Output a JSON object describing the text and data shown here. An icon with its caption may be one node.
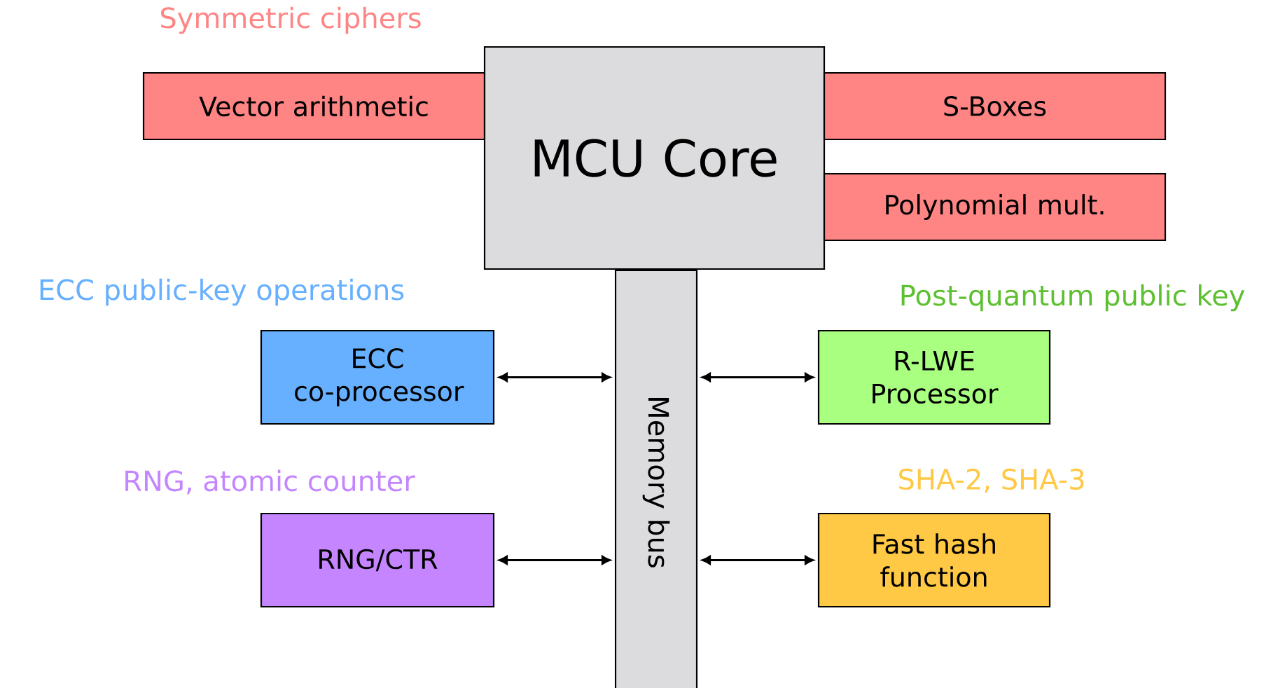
{
  "diagram": {
    "nodes": [
      {
        "text": [
          "Vector arithmetic"
        ]
      },
      {
        "text": [
          "MCU Core"
        ]
      },
      {
        "text": [
          "S-Boxes"
        ]
      },
      {
        "text": [
          "Polynomial mult."
        ]
      },
      {
        "text": [
          "Memory bus"
        ]
      },
      {
        "text": [
          "ECC co-processor"
        ]
      },
      {
        "text": [
          "R-LWE Processor"
        ]
      },
      {
        "text": [
          "RNG/CTR"
        ]
      },
      {
        "text": [
          "Fast hash function"
        ]
      }
    ],
    "edges": [
      {
        "from": 5,
        "to": 4,
        "arrow": "both"
      },
      {
        "from": 4,
        "to": 6,
        "arrow": "both"
      },
      {
        "from": 7,
        "to": 4,
        "arrow": "both"
      },
      {
        "from": 4,
        "to": 8,
        "arrow": "both"
      }
    ],
    "labels": [
      "Symmetric ciphers",
      "ECC public-key operations",
      "Post-quantum public key",
      "RNG, atomic counter",
      "SHA-2, SHA-3"
    ]
  }
}
